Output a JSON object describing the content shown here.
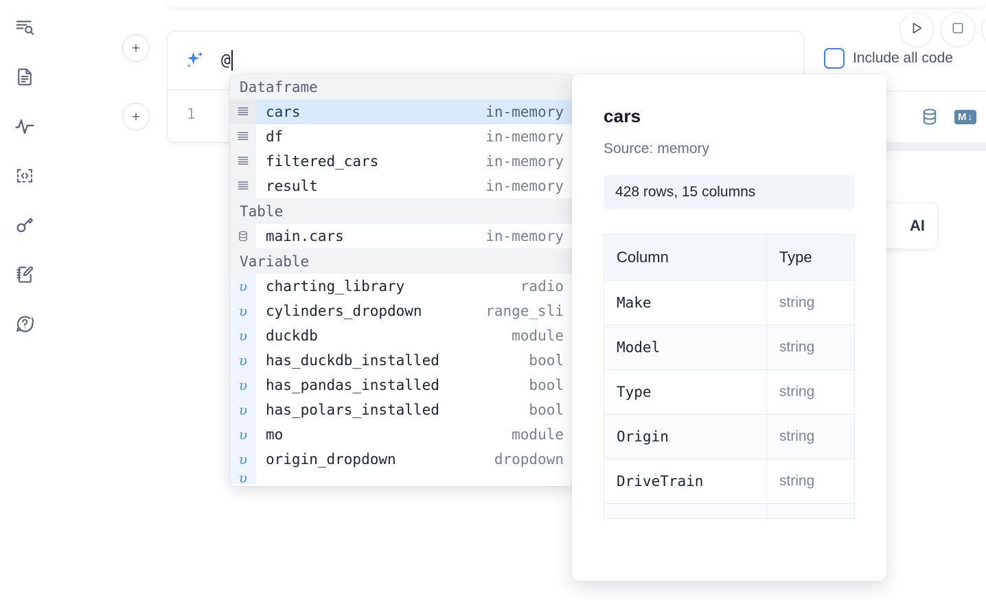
{
  "sidebar": {
    "items": [
      {
        "name": "file-explorer-search",
        "icon": "list-search-icon"
      },
      {
        "name": "documentation",
        "icon": "document-text-icon"
      },
      {
        "name": "variables-activity",
        "icon": "activity-pulse-icon"
      },
      {
        "name": "snippets",
        "icon": "code-brackets-icon"
      },
      {
        "name": "secrets",
        "icon": "key-icon"
      },
      {
        "name": "scratchpad",
        "icon": "notebook-pencil-icon"
      },
      {
        "name": "help",
        "icon": "chat-question-icon"
      }
    ]
  },
  "add_buttons": {
    "label": "+",
    "tooltip": "Add cell"
  },
  "ai_cell": {
    "icon": "sparkle-ai-icon",
    "value": "@",
    "placeholder": "",
    "accent_color": "#3b82f6"
  },
  "run_controls": {
    "run_label": "▷",
    "stop_label": "□",
    "buttons": [
      "run-button",
      "stop-button",
      "more-button"
    ]
  },
  "include_all_code": {
    "label": "Include all code",
    "checked": false,
    "border_color": "#3b82f6"
  },
  "code_cell": {
    "line_number": "1",
    "content": ""
  },
  "cell_toolbar": {
    "icons": [
      {
        "name": "database-icon",
        "color": "#5b87a8"
      },
      {
        "name": "markdown-icon",
        "label": "M",
        "arrow": "↓",
        "color": "#5b87a8"
      }
    ]
  },
  "ai_card": {
    "text": "AI"
  },
  "autocomplete": {
    "sections": [
      {
        "title": "Dataframe",
        "items": [
          {
            "icon": "dataframe-icon",
            "name": "cars",
            "type": "in-memory",
            "selected": true
          },
          {
            "icon": "dataframe-icon",
            "name": "df",
            "type": "in-memory",
            "selected": false
          },
          {
            "icon": "dataframe-icon",
            "name": "filtered_cars",
            "type": "in-memory",
            "selected": false
          },
          {
            "icon": "dataframe-icon",
            "name": "result",
            "type": "in-memory",
            "selected": false
          }
        ]
      },
      {
        "title": "Table",
        "items": [
          {
            "icon": "database-icon",
            "name": "main.cars",
            "type": "in-memory",
            "selected": false
          }
        ]
      },
      {
        "title": "Variable",
        "items": [
          {
            "icon": "variable-icon",
            "name": "charting_library",
            "type": "radio",
            "selected": false
          },
          {
            "icon": "variable-icon",
            "name": "cylinders_dropdown",
            "type": "range_sli",
            "selected": false
          },
          {
            "icon": "variable-icon",
            "name": "duckdb",
            "type": "module",
            "selected": false
          },
          {
            "icon": "variable-icon",
            "name": "has_duckdb_installed",
            "type": "bool",
            "selected": false
          },
          {
            "icon": "variable-icon",
            "name": "has_pandas_installed",
            "type": "bool",
            "selected": false
          },
          {
            "icon": "variable-icon",
            "name": "has_polars_installed",
            "type": "bool",
            "selected": false
          },
          {
            "icon": "variable-icon",
            "name": "mo",
            "type": "module",
            "selected": false
          },
          {
            "icon": "variable-icon",
            "name": "origin_dropdown",
            "type": "dropdown",
            "selected": false
          }
        ]
      }
    ],
    "variable_glyph": "υ"
  },
  "info_panel": {
    "title": "cars",
    "source": "Source: memory",
    "shape": "428 rows, 15 columns",
    "table": {
      "headers": [
        "Column",
        "Type"
      ],
      "rows": [
        {
          "column": "Make",
          "type": "string"
        },
        {
          "column": "Model",
          "type": "string"
        },
        {
          "column": "Type",
          "type": "string"
        },
        {
          "column": "Origin",
          "type": "string"
        },
        {
          "column": "DriveTrain",
          "type": "string"
        }
      ]
    }
  }
}
